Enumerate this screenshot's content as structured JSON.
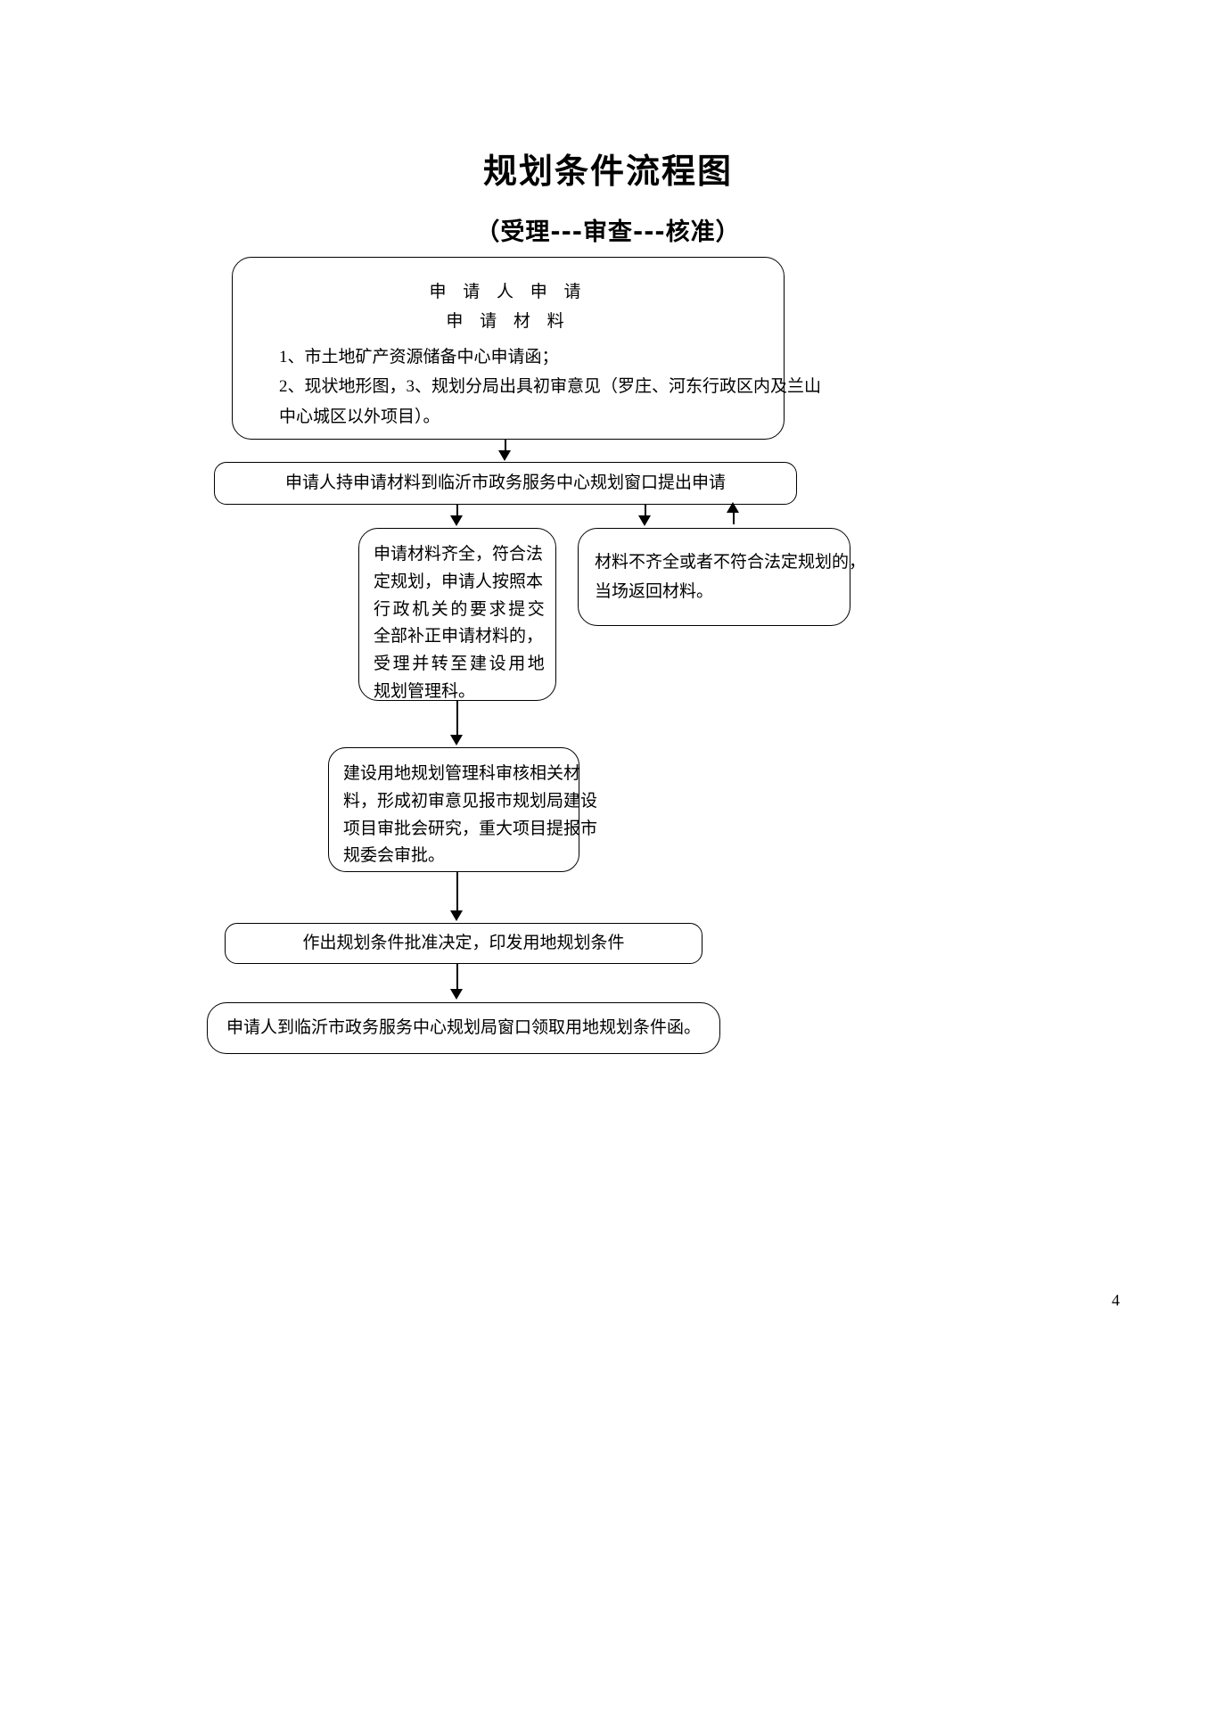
{
  "document": {
    "title": "规划条件流程图",
    "subtitle": "（受理---审查---核准）",
    "page_number": "4"
  },
  "flowchart": {
    "type": "flowchart",
    "orientation": "top-to-bottom",
    "nodes": [
      {
        "id": "n1",
        "name": "applicant-application",
        "shape": "rounded-rect",
        "heading_lines": [
          "申 请 人 申 请",
          "申 请 材 料"
        ],
        "body_lines": [
          "1、市土地矿产资源储备中心申请函；",
          "2、现状地形图，3、规划分局出具初审意见（罗庄、河东行政区内及兰山",
          "中心城区以外项目）。"
        ]
      },
      {
        "id": "n2",
        "name": "submit-at-window",
        "shape": "rounded-rect",
        "text": "申请人持申请材料到临沂市政务服务中心规划窗口提出申请"
      },
      {
        "id": "n3",
        "name": "materials-complete-accept",
        "shape": "rounded-rect",
        "lines": [
          "申请材料齐全，符合法",
          "定规划，申请人按照本",
          "行政机关的要求提交",
          "全部补正申请材料的，",
          "受理并转至建设用地",
          "规划管理科。"
        ]
      },
      {
        "id": "n4",
        "name": "materials-incomplete-return",
        "shape": "rounded-rect",
        "lines": [
          "材料不齐全或者不符合法定规划的，",
          "当场返回材料。"
        ]
      },
      {
        "id": "n5",
        "name": "review-by-land-planning-section",
        "shape": "rounded-rect",
        "lines": [
          "建设用地规划管理科审核相关材",
          "料，形成初审意见报市规划局建设",
          "项目审批会研究，重大项目提报市",
          "规委会审批。"
        ]
      },
      {
        "id": "n6",
        "name": "approval-decision",
        "shape": "rounded-rect",
        "text": "作出规划条件批准决定，印发用地规划条件"
      },
      {
        "id": "n7",
        "name": "collect-planning-condition-letter",
        "shape": "rounded-rect",
        "text": "申请人到临沂市政务服务中心规划局窗口领取用地规划条件函。"
      }
    ],
    "edges": [
      {
        "from": "n1",
        "to": "n2",
        "direction": "down"
      },
      {
        "from": "n2",
        "to": "n3",
        "direction": "down"
      },
      {
        "from": "n2",
        "to": "n4",
        "direction": "down"
      },
      {
        "from": "n4",
        "to": "n2",
        "direction": "up"
      },
      {
        "from": "n3",
        "to": "n5",
        "direction": "down"
      },
      {
        "from": "n5",
        "to": "n6",
        "direction": "down"
      },
      {
        "from": "n6",
        "to": "n7",
        "direction": "down"
      }
    ]
  }
}
